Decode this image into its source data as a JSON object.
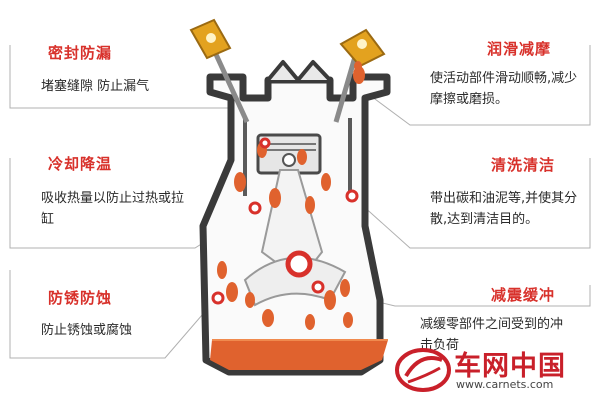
{
  "sections": {
    "sealing": {
      "title": "密封防漏",
      "desc": "堵塞缝隙 防止漏气"
    },
    "cooling": {
      "title": "冷却降温",
      "desc": "吸收热量以防止过热或拉缸"
    },
    "rust": {
      "title": "防锈防蚀",
      "desc": "防止锈蚀或腐蚀"
    },
    "lubrication": {
      "title": "润滑减摩",
      "desc": "使活动部件滑动顺畅,减少摩擦或磨损。"
    },
    "cleaning": {
      "title": "清洗清洁",
      "desc": "带出碳和油泥等,并使其分散,达到清洁目的。"
    },
    "damping": {
      "title": "减震缓冲",
      "desc": "减缓零部件之间受到的冲击负荷"
    }
  },
  "watermark": {
    "name": "车网中国",
    "url": "www.carnets.com"
  },
  "colors": {
    "title_red": "#d8312b",
    "oil_orange": "#e0622e",
    "oil_deep": "#c9371f",
    "valve_yellow": "#e3a21f",
    "engine_wall": "#3a3a3a"
  },
  "icons": [
    "valve-icon",
    "oil-drop-icon",
    "piston-icon",
    "crankshaft-icon",
    "carnets-logo-icon"
  ]
}
